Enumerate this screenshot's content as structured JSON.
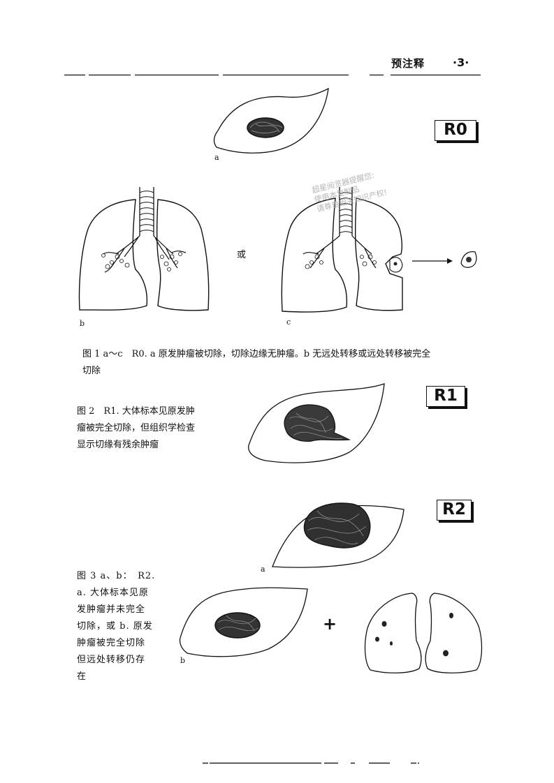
{
  "header": {
    "section_title": "预注释",
    "page_number": "·3·"
  },
  "figure1": {
    "badge": "R0",
    "label_a": "a",
    "label_b": "b",
    "label_c": "c",
    "or_text": "或",
    "caption_line1": "图 1 a～c　R0. a 原发肿瘤被切除，切除边缘无肿瘤。b 无远处转移或远处转移被完全",
    "caption_line2": "切除"
  },
  "figure2": {
    "badge": "R1",
    "caption_lines": [
      "图 2　R1. 大体标本见原发肿",
      "瘤被完全切除，但组织学检查",
      "显示切缘有残余肿瘤"
    ]
  },
  "figure3": {
    "badge": "R2",
    "label_a": "a",
    "label_b": "b",
    "plus": "+",
    "caption_lines": [
      "图 3 a、b：　R2.",
      "a. 大体标本见原",
      "发肿瘤并未完全",
      "切除，或 b. 原发",
      "肿瘤被完全切除",
      "但远处转移仍存",
      "在"
    ]
  },
  "watermark": {
    "lines": [
      "超星阅览器提醒您:",
      "使用本复制品",
      "请尊重相关知识产权!"
    ]
  }
}
